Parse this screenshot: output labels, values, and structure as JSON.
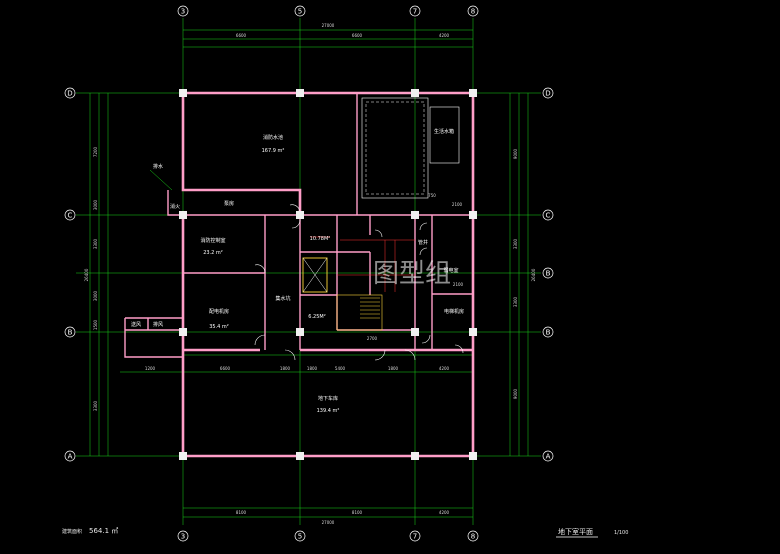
{
  "axes": {
    "vertical": [
      "3",
      "5",
      "7",
      "8"
    ],
    "horizontal": [
      "D",
      "C",
      "B",
      "A"
    ],
    "mid_right": "B"
  },
  "dimensions": {
    "top_segments": [
      "6600",
      "6600",
      "4200"
    ],
    "top_total": "27000",
    "bottom_segments": [
      "8100",
      "8100",
      "4200"
    ],
    "bottom_total": "27000",
    "left_segments": [
      "7200",
      "3000",
      "3300",
      "3000",
      "1500",
      "3300"
    ],
    "left_total": "26400",
    "right_segments": [
      "9000",
      "3300",
      "3300",
      "9000"
    ],
    "right_total": "26400",
    "row_segments": [
      "1200",
      "6600",
      "1800",
      "1800",
      "5400",
      "1800",
      "4200"
    ],
    "misc": [
      "2700",
      "750",
      "2100",
      "2100",
      "2400",
      "1500",
      "2400"
    ]
  },
  "rooms": {
    "fire_pool": "消防水池",
    "fire_pool_area": "167.9 m²",
    "domestic_tank": "生活水箱",
    "pump": "泵房",
    "pump_small": "消火",
    "fire_control": "消防控制室",
    "fire_control_area": "23.2 m²",
    "power": "配电机房",
    "power_area": "35.4 m²",
    "area1": "10.78M²",
    "area2": "6.25M²",
    "duct1": "送风",
    "duct2": "排风",
    "shaft": "管井",
    "weak": "弱电室",
    "bike": "电梯机房",
    "garage": "地下车库",
    "garage_area": "139.4 m²",
    "annot1": "排水",
    "annot2": "集水坑"
  },
  "footer": {
    "area_label": "建筑面积",
    "area_value": "564.1 ㎡",
    "sheet_title": "地下室平面",
    "scale": "1/100"
  },
  "watermark": "图型组"
}
